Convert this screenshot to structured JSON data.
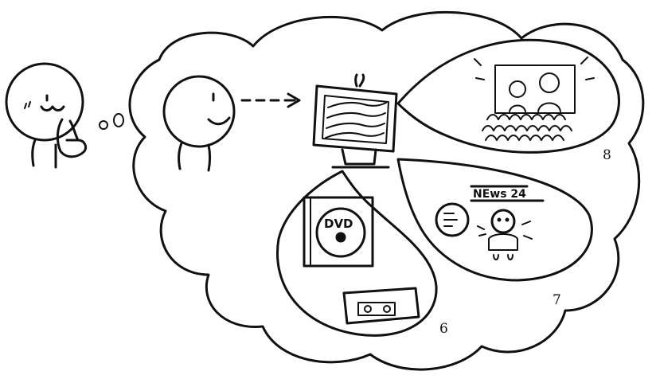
{
  "labels": {
    "dvd_text": "DVD",
    "news_text": "NEws 24",
    "marker_6": "6",
    "marker_7": "7",
    "marker_8": "8"
  },
  "colors": {
    "ink": "#111111",
    "paper": "#ffffff"
  }
}
